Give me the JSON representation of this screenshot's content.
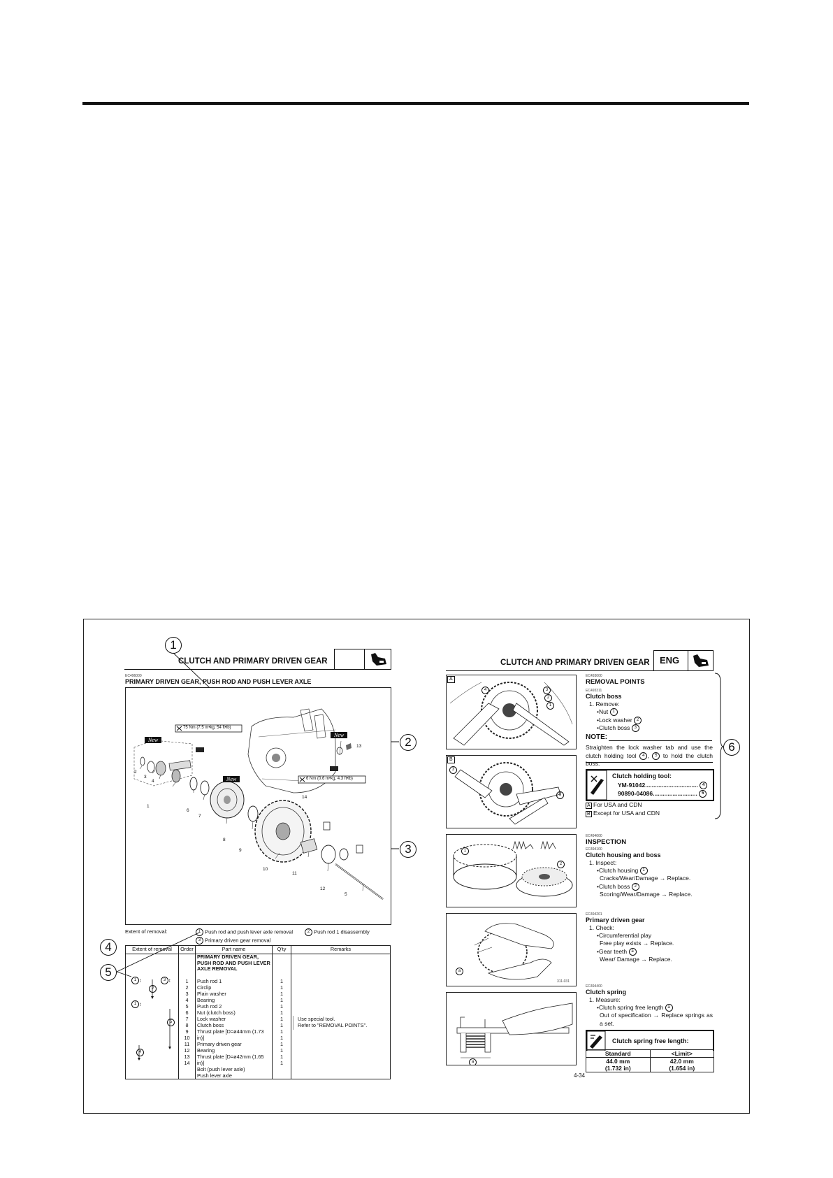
{
  "left_header": {
    "title": "CLUTCH AND PRIMARY DRIVEN GEAR"
  },
  "right_header": {
    "title": "CLUTCH AND PRIMARY DRIVEN GEAR",
    "badge": "ENG"
  },
  "callouts": [
    "1",
    "2",
    "3",
    "4",
    "5",
    "6"
  ],
  "left": {
    "code": "EC496000",
    "section_title": "PRIMARY DRIVEN GEAR, PUSH ROD AND PUSH LEVER AXLE",
    "diagram": {
      "new_label": "New",
      "torque_1": "75 Nm (7.5 m•kg, 54 ft•lb)",
      "torque_2": "6 Nm (0.6 m•kg, 4.3 ft•lb)",
      "numbers": [
        "1",
        "2",
        "3",
        "4",
        "5",
        "6",
        "7",
        "8",
        "9",
        "10",
        "11",
        "12",
        "13",
        "14"
      ]
    },
    "extent": {
      "label": "Extent of removal:",
      "item1": "Push rod and push lever axle removal",
      "item2": "Push rod 1 disassembly",
      "item3": "Primary driven gear removal"
    },
    "table": {
      "headers": [
        "Extent of removal",
        "Order",
        "Part name",
        "Q'ty",
        "Remarks"
      ],
      "section_name": "PRIMARY DRIVEN GEAR, PUSH ROD AND PUSH LEVER AXLE REMOVAL",
      "rows": [
        {
          "order": "1",
          "name": "Push rod 1",
          "qty": "1"
        },
        {
          "order": "2",
          "name": "Circlip",
          "qty": "1"
        },
        {
          "order": "3",
          "name": "Plain washer",
          "qty": "1"
        },
        {
          "order": "4",
          "name": "Bearing",
          "qty": "1"
        },
        {
          "order": "5",
          "name": "Push rod 2",
          "qty": "1"
        },
        {
          "order": "6",
          "name": "Nut (clutch boss)",
          "qty": "1"
        },
        {
          "order": "7",
          "name": "Lock washer",
          "qty": "1"
        },
        {
          "order": "8",
          "name": "Clutch boss",
          "qty": "1"
        },
        {
          "order": "9",
          "name": "Thrust plate [D=ø44mm (1.73 in)]",
          "qty": "1"
        },
        {
          "order": "10",
          "name": "Primary driven gear",
          "qty": "1"
        },
        {
          "order": "11",
          "name": "Bearing",
          "qty": "1"
        },
        {
          "order": "12",
          "name": "Thrust plate [D=ø42mm (1.65 in)]",
          "qty": "1"
        },
        {
          "order": "13",
          "name": "Bolt (push lever axle)",
          "qty": "1"
        },
        {
          "order": "14",
          "name": "Push lever axle",
          "qty": "1"
        }
      ],
      "remarks_1": "Use special tool.",
      "remarks_2": "Refer to \"REMOVAL POINTS\"."
    }
  },
  "right": {
    "removal": {
      "code": "EC493000",
      "title": "REMOVAL POINTS",
      "sub_code": "EC493311",
      "subtitle": "Clutch boss",
      "step": "1. Remove:",
      "items": [
        "•Nut",
        "•Lock washer",
        "•Clutch boss"
      ],
      "note_label": "NOTE:",
      "note_text": "Straighten the lock washer tab and use the clutch holding tool",
      "note_text_2": "to hold the clutch boss.",
      "tool_title": "Clutch holding tool:",
      "tool_1": "YM-91042................................",
      "tool_2": "90890-04086...........................",
      "region_a": "For USA and CDN",
      "region_b": "Except for USA and CDN",
      "box_a": "A",
      "box_b": "B"
    },
    "inspection": {
      "code": "EC494000",
      "title": "INSPECTION",
      "sub_code": "EC494100",
      "subtitle": "Clutch housing and boss",
      "step": "1. Inspect:",
      "item1": "•Clutch housing",
      "item1_detail": "Cracks/Wear/Damage → Replace.",
      "item2": "•Clutch boss",
      "item2_detail": "Scoring/Wear/Damage → Replace."
    },
    "gear": {
      "code": "EC494201",
      "title": "Primary driven gear",
      "step": "1. Check:",
      "item1": "•Circumferential play",
      "item1_detail": "Free play exists → Replace.",
      "item2": "•Gear teeth",
      "item2_detail": "Wear/ Damage → Replace.",
      "image_code": "311-031"
    },
    "spring": {
      "code": "EC494400",
      "title": "Clutch spring",
      "step": "1. Measure:",
      "item1": "•Clutch spring free length",
      "detail": "Out of specification → Replace springs as a set.",
      "spec_title": "Clutch spring free length:",
      "standard_label": "Standard",
      "limit_label": "<Limit>",
      "standard_1": "44.0 mm",
      "standard_2": "(1.732 in)",
      "limit_1": "42.0 mm",
      "limit_2": "(1.654 in)"
    },
    "page_number": "4-34"
  },
  "markers": {
    "c1": "1",
    "c2": "2",
    "c3": "3",
    "c4": "4",
    "c5": "5",
    "ca": "a"
  }
}
